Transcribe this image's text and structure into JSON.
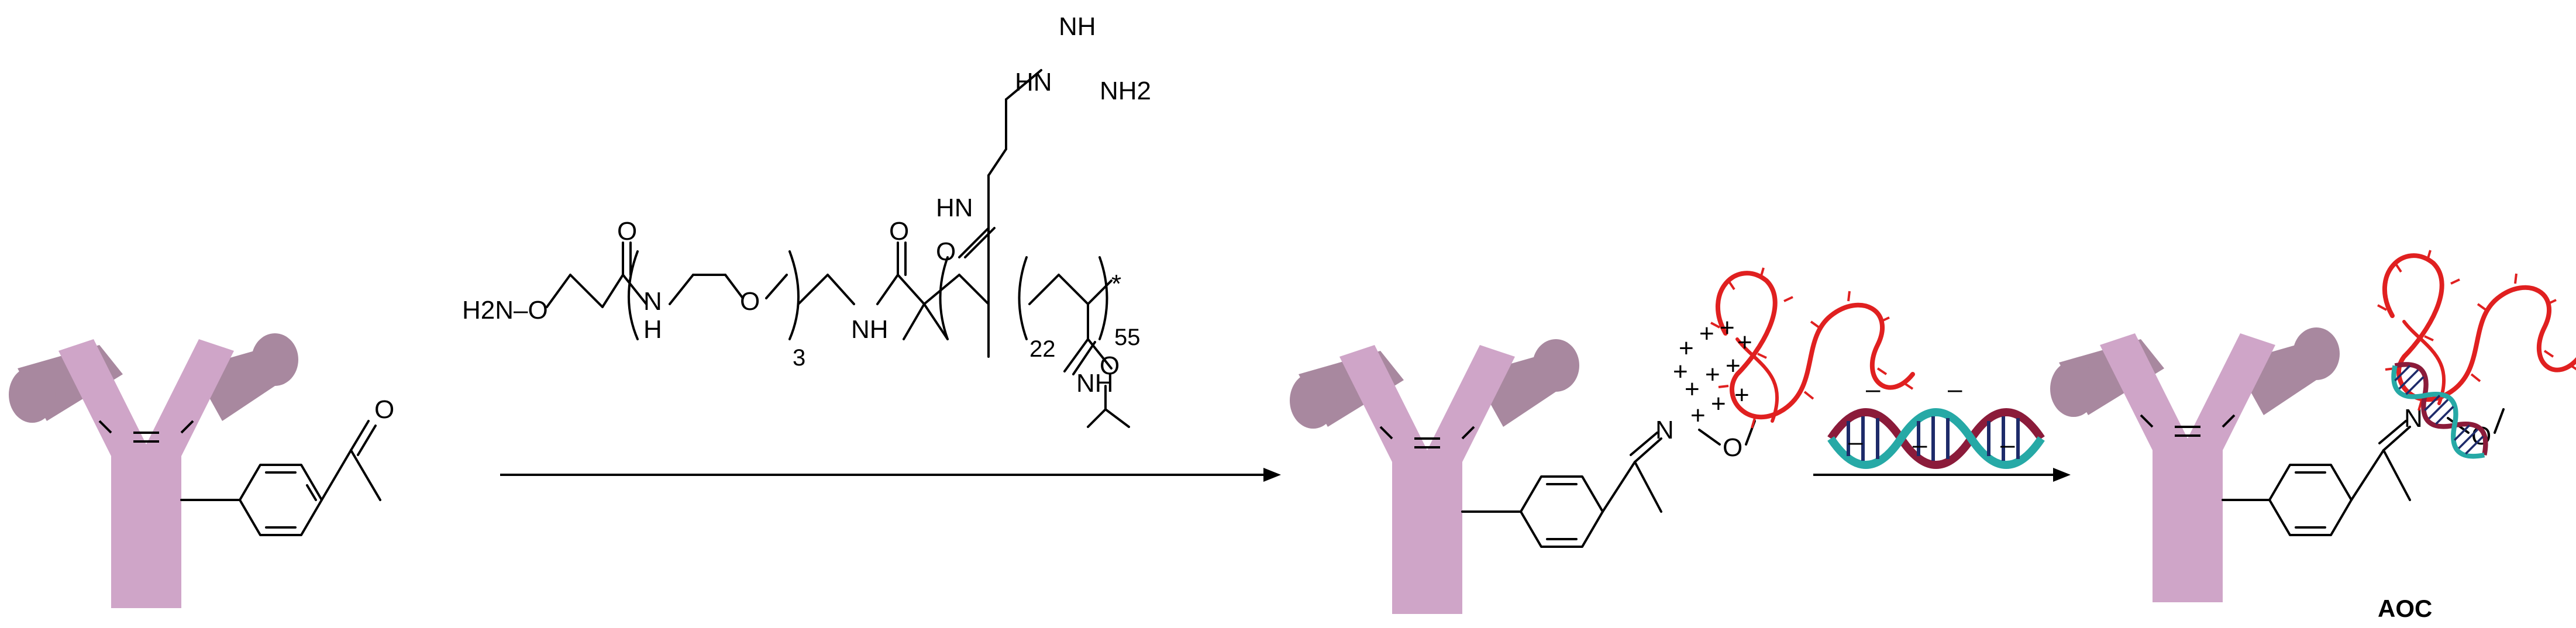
{
  "reagent": {
    "aminooxy_label": "H2N–O",
    "n_label": "N",
    "h_label": "H",
    "o_label": "O",
    "n_amide": "NH",
    "n_amide2": "NH",
    "n_guanidine_top": "NH",
    "n_guanidine_left": "HN",
    "n_guanidine_right": "NH2",
    "n_propyl_amide": "HN",
    "repeat_peg": "3",
    "repeat_block1": "22",
    "repeat_block2": "55",
    "terminus": "*"
  },
  "product1": {
    "oxime_n": "N",
    "oxime_o": "O",
    "charges": "+"
  },
  "product2": {
    "oxime_n": "N",
    "oxime_o": "O",
    "label": "AOC"
  },
  "dna": {
    "charge": "–"
  },
  "start": {
    "ketone_o": "O"
  },
  "colors": {
    "antibody_body": "#cfa5c8",
    "antibody_arm": "#a8889f",
    "polymer": "#e02020",
    "dna_dark": "#8b1b3a",
    "dna_teal": "#26a9a6",
    "dna_navy": "#1e2b6a",
    "charge_blue": "#2d4fc0"
  }
}
